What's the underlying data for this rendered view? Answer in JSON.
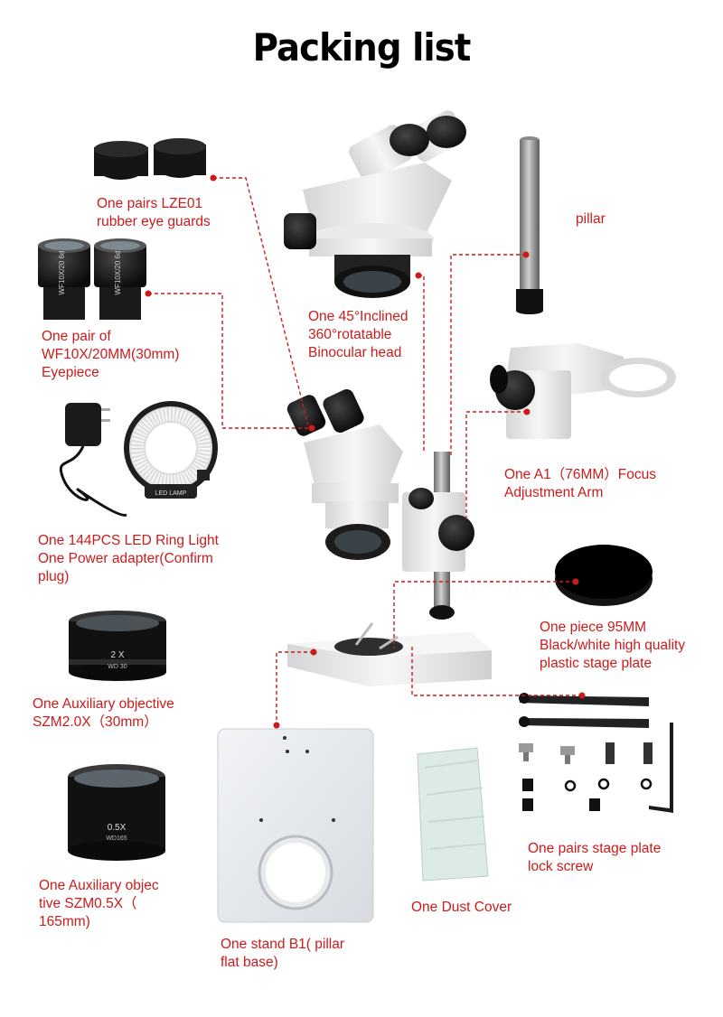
{
  "title": "Packing list",
  "labels": {
    "eye_guards": "One pairs LZE01\nrubber eye guards",
    "pillar": "pillar",
    "binocular_head": "One 45°Inclined\n360°rotatable\nBinocular head",
    "eyepiece": "One pair of\nWF10X/20MM(30mm)\nEyepiece",
    "focus_arm": "One A1（76MM）Focus\nAdjustment Arm",
    "ring_light": "One 144PCS LED Ring Light\nOne Power adapter(Confirm\nplug)",
    "stage_plate": "One piece 95MM\nBlack/white high quality\nplastic stage plate",
    "aux_2x": "One Auxiliary objective\nSZM2.0X（30mm）",
    "lock_screw": "One pairs stage plate\nlock screw",
    "aux_05x": "One Auxiliary objec\ntive SZM0.5X（\n165mm)",
    "dust_cover": "One Dust Cover",
    "stand": "One stand B1( pillar\nflat base)"
  },
  "product_marks": {
    "eyepiece_left": "WF10X/20 6d",
    "eyepiece_right": "WF10X/20 6d",
    "ring_light": "LED LAMP",
    "lens_2x": "2 X",
    "lens_2x_wd": "WD 30",
    "lens_05x": "0.5X",
    "lens_05x_wd": "WD165"
  },
  "colors": {
    "accent": "#cc1b1b",
    "text": "#222222",
    "body_white": "#e9e9e9",
    "metal": "#9a9a9a",
    "black": "#111111"
  }
}
